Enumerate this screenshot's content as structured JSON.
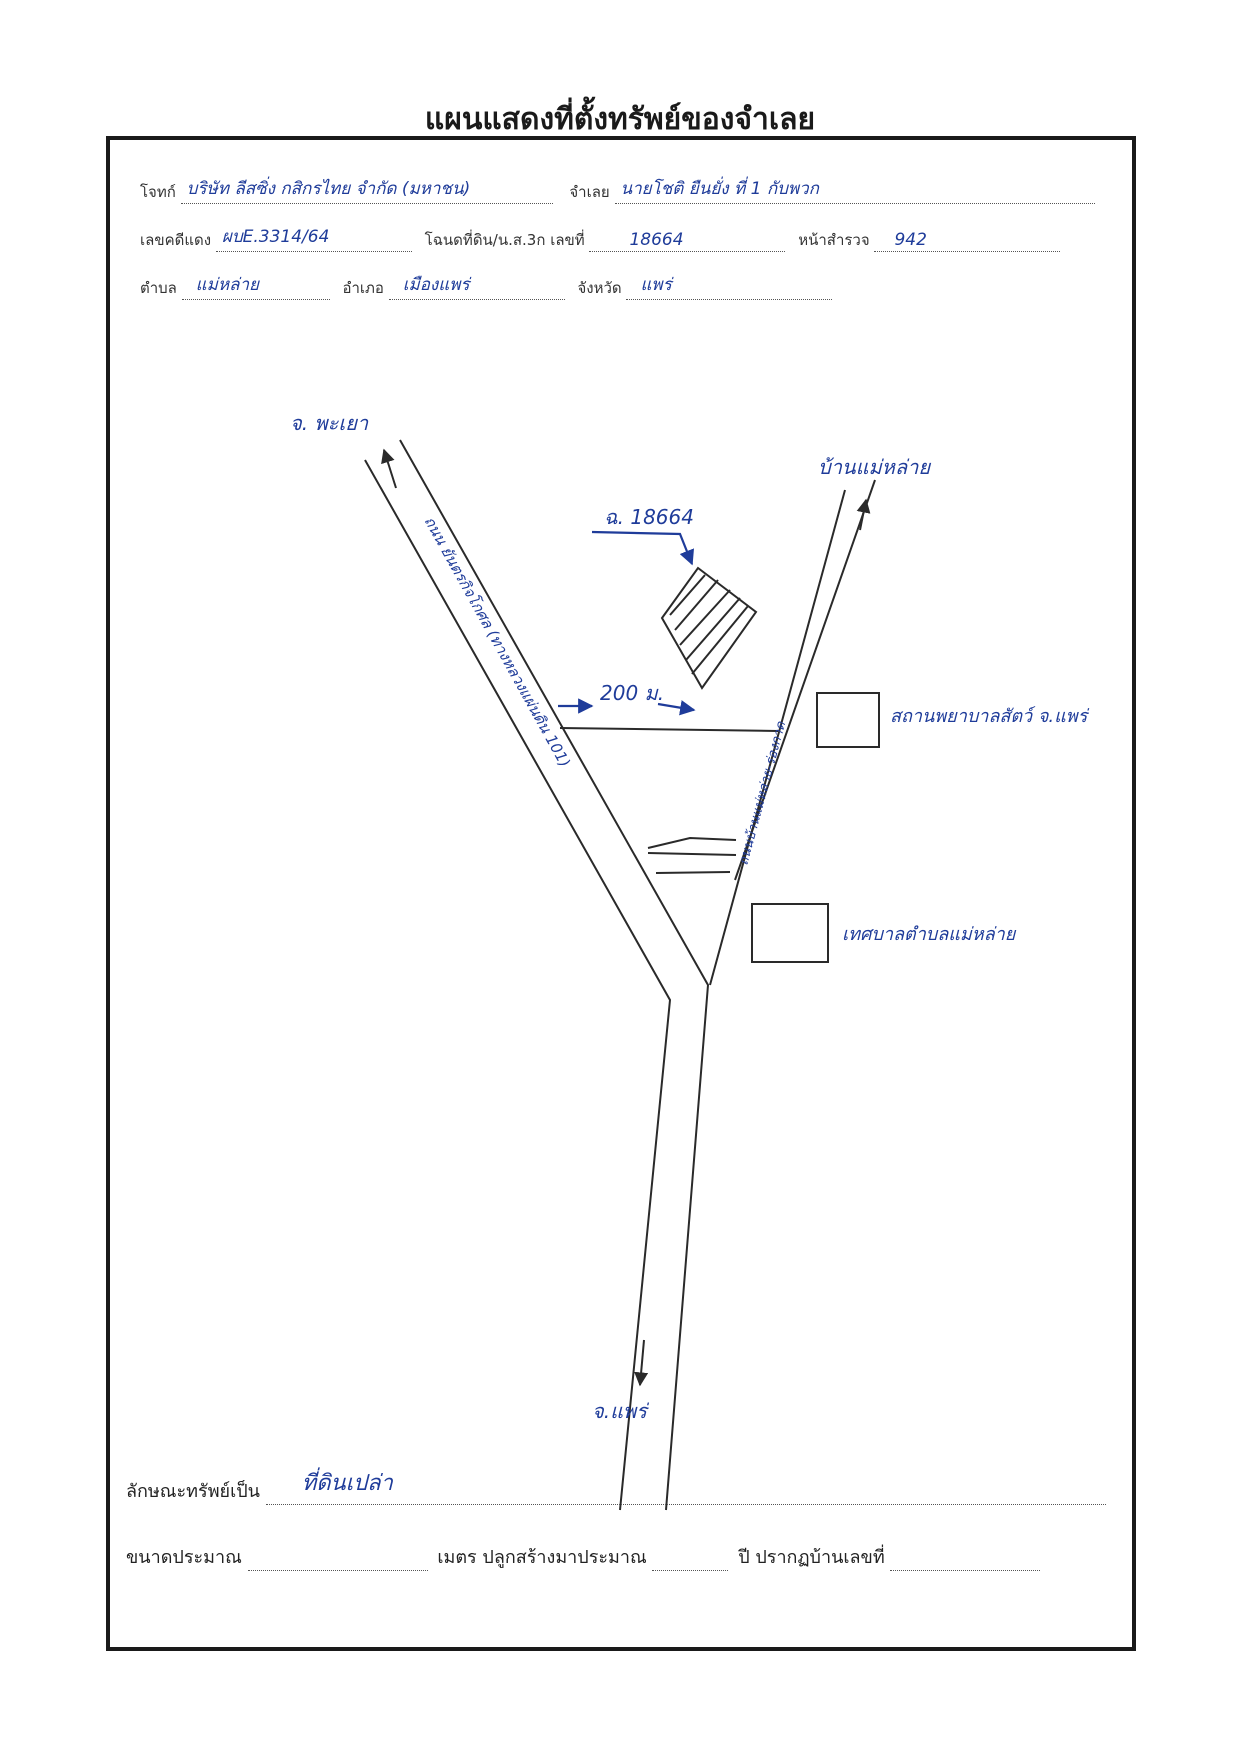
{
  "title": "แผนแสดงที่ตั้งทรัพย์ของจำเลย",
  "header": {
    "plaintiff_label": "โจทก์",
    "plaintiff_value": "บริษัท ลีสซิ่ง กสิกรไทย จำกัด (มหาชน)",
    "defendant_label": "จำเลย",
    "defendant_value": "นายโชติ ยืนยั่ง ที่ 1 กับพวก",
    "case_label": "เลขคดีแดง",
    "case_value": "ผบE.3314/64",
    "deed_label": "โฉนดที่ดิน/น.ส.3ก เลขที่",
    "deed_value": "18664",
    "survey_label": "หน้าสำรวจ",
    "survey_value": "942",
    "subdistrict_label": "ตำบล",
    "subdistrict_value": "แม่หล่าย",
    "district_label": "อำเภอ",
    "district_value": "เมืองแพร่",
    "province_label": "จังหวัด",
    "province_value": "แพร่"
  },
  "map": {
    "to_phayao": "จ. พะเยา",
    "to_phrae": "จ.แพร่",
    "ban_mae_lai": "บ้านแม่หล่าย",
    "deed_mark": "ฉ. 18664",
    "distance": "200 ม.",
    "hospital": "สถานพยาบาลสัตว์ จ.แพร่",
    "municipality": "เทศบาลตำบลแม่หล่าย",
    "highway_label": "ถนน ยันตรกิจโกศล (ทางหลวงแผ่นดิน 101)",
    "local_road_label": "ถนนบ้านแม่หล่าย-ร่องกาด"
  },
  "footer": {
    "property_label": "ลักษณะทรัพย์เป็น",
    "property_value": "ที่ดินเปล่า",
    "size_label": "ขนาดประมาณ",
    "meters_label": "เมตร ปลูกสร้างมาประมาณ",
    "year_label": "ปี ปรากฏบ้านเลขที่"
  }
}
